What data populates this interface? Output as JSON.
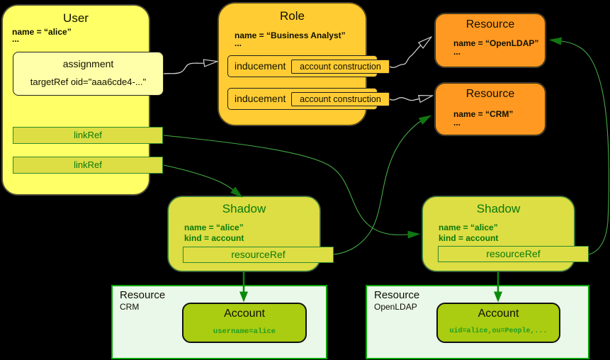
{
  "colors": {
    "background": "#000000",
    "user_fill": "#FFFF66",
    "assignment_fill": "#FFFFAA",
    "role_fill": "#FFCC33",
    "resource_fill": "#FF9922",
    "shadow_fill": "#DDDD44",
    "account_fill": "#AACC11",
    "resource_container_fill": "#E9F8E9",
    "green_text": "#0A7A0A",
    "green_border": "#2E8B2E",
    "arrow_green": "#44AA44",
    "arrow_head_green": "#117711",
    "arrow_light": "#CFCFCF"
  },
  "user": {
    "title": "User",
    "name_line": "name = “alice”",
    "ellipsis": "...",
    "assignment": {
      "label": "assignment",
      "target_ref": "targetRef oid=\"aaa6cde4-...\""
    },
    "linkrefs": [
      {
        "label": "linkRef"
      },
      {
        "label": "linkRef"
      }
    ]
  },
  "role": {
    "title": "Role",
    "name_line": "name = “Business Analyst”",
    "ellipsis": "...",
    "inducements": [
      {
        "label": "inducement",
        "construction_label": "account construction"
      },
      {
        "label": "inducement",
        "construction_label": "account construction"
      }
    ]
  },
  "resources": [
    {
      "title": "Resource",
      "name_line": "name = “OpenLDAP”",
      "ellipsis": "..."
    },
    {
      "title": "Resource",
      "name_line": "name = “CRM”",
      "ellipsis": "..."
    }
  ],
  "shadows": [
    {
      "title": "Shadow",
      "name_line": "name = “alice”",
      "kind_line": "kind = account",
      "resource_ref_label": "resourceRef"
    },
    {
      "title": "Shadow",
      "name_line": "name = “alice”",
      "kind_line": "kind = account",
      "resource_ref_label": "resourceRef"
    }
  ],
  "resource_containers": [
    {
      "title": "Resource",
      "subtitle": "CRM",
      "account": {
        "title": "Account",
        "identifier": "username=alice"
      }
    },
    {
      "title": "Resource",
      "subtitle": "OpenLDAP",
      "account": {
        "title": "Account",
        "identifier": "uid=alice,ou=People,..."
      }
    }
  ]
}
